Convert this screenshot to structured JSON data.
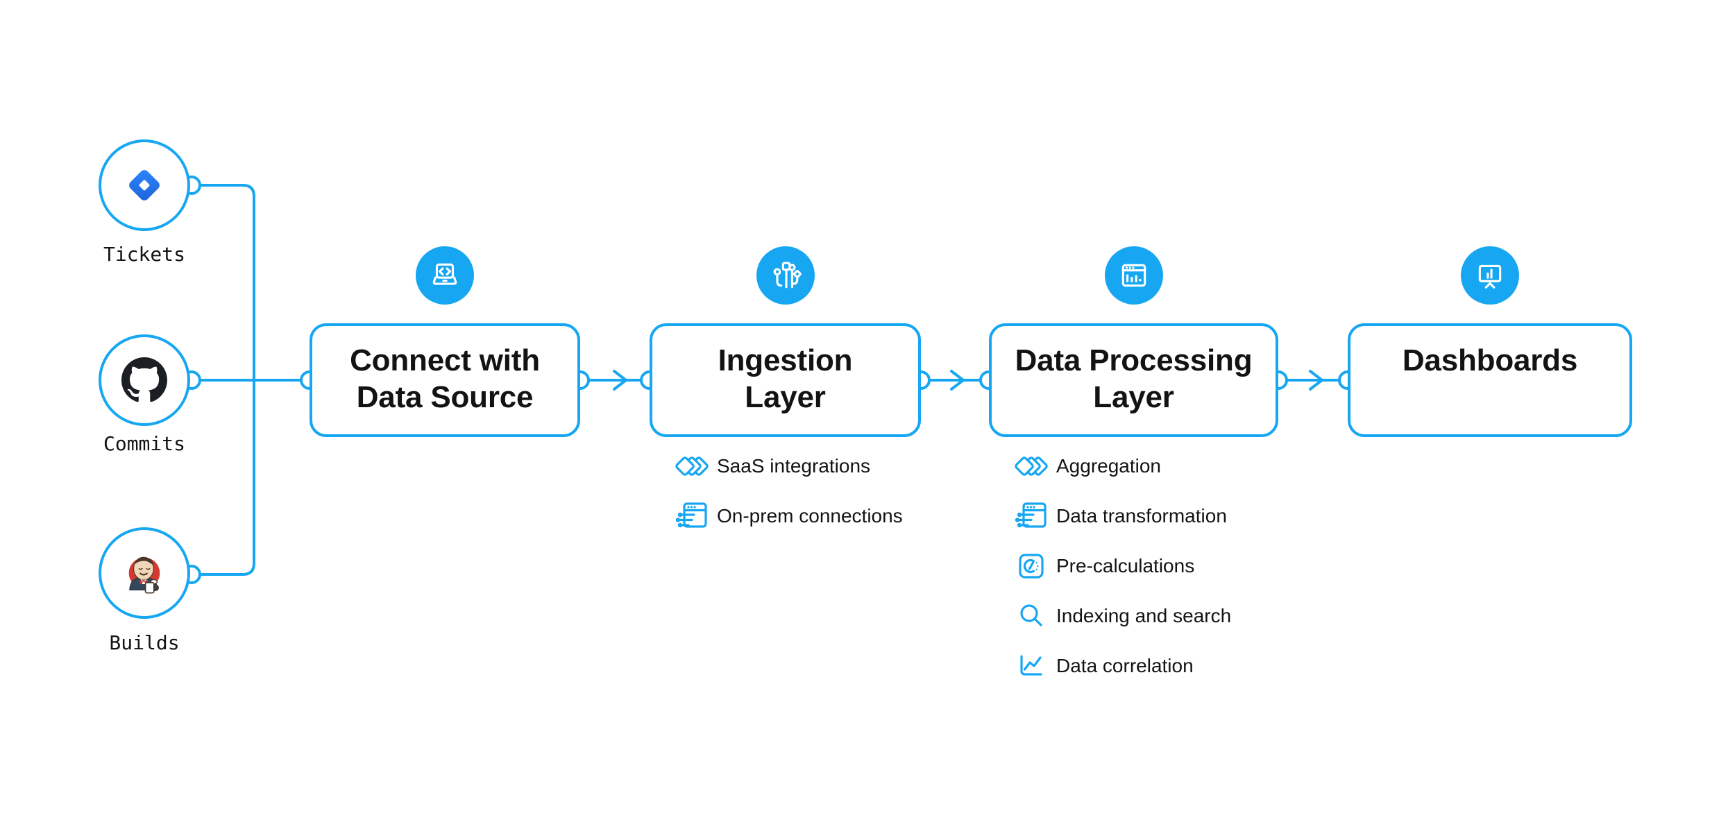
{
  "colors": {
    "accent": "#17A7F2",
    "text": "#131316",
    "background": "#FFFFFF",
    "github_black": "#1B1F23",
    "jira_blue": "#2D86FF",
    "jira_blue_dark": "#1D63D8",
    "jenkins_red": "#D33833",
    "jenkins_skin": "#F0D6B7",
    "jenkins_suit": "#33475B"
  },
  "sources": [
    {
      "label": "Tickets",
      "icon": "jira-icon"
    },
    {
      "label": "Commits",
      "icon": "github-icon"
    },
    {
      "label": "Builds",
      "icon": "jenkins-icon"
    }
  ],
  "stages": [
    {
      "title": "Connect with\nData Source",
      "icon": "laptop-code-icon",
      "items": []
    },
    {
      "title": "Ingestion\nLayer",
      "icon": "circuit-branches-icon",
      "items": [
        {
          "label": "SaaS integrations",
          "icon": "diamonds-icon"
        },
        {
          "label": "On-prem connections",
          "icon": "window-sliders-icon"
        }
      ]
    },
    {
      "title": "Data Processing\nLayer",
      "icon": "window-chart-icon",
      "items": [
        {
          "label": "Aggregation",
          "icon": "diamonds-icon"
        },
        {
          "label": "Data transformation",
          "icon": "window-sliders-icon"
        },
        {
          "label": "Pre-calculations",
          "icon": "gauge-icon"
        },
        {
          "label": "Indexing and search",
          "icon": "search-icon"
        },
        {
          "label": "Data correlation",
          "icon": "chart-line-icon"
        }
      ]
    },
    {
      "title": "Dashboards",
      "icon": "presentation-chart-icon",
      "items": []
    }
  ]
}
